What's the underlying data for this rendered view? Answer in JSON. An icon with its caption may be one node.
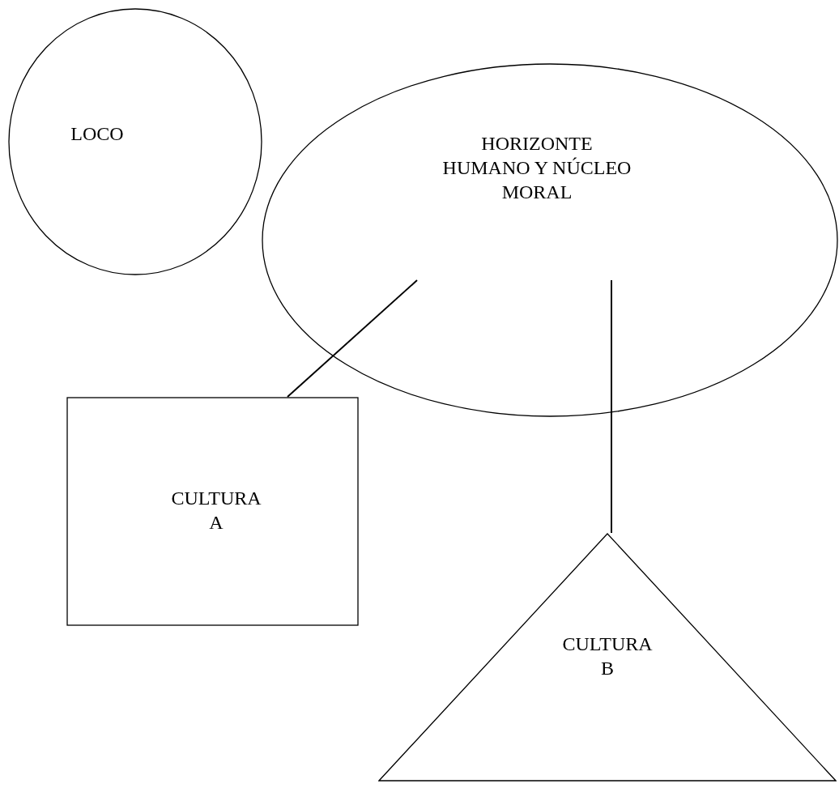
{
  "diagram": {
    "nodes": [
      {
        "text": [
          "LOCO"
        ]
      },
      {
        "text": [
          "HORIZONTE HUMANO Y NÚCLEO MORAL"
        ]
      },
      {
        "text": [
          "CULTURA A"
        ]
      },
      {
        "text": [
          "CULTURA B"
        ]
      }
    ],
    "edges": [
      {
        "from": 1,
        "to": 2,
        "arrow": "none"
      },
      {
        "from": 1,
        "to": 3,
        "arrow": "none"
      }
    ]
  }
}
